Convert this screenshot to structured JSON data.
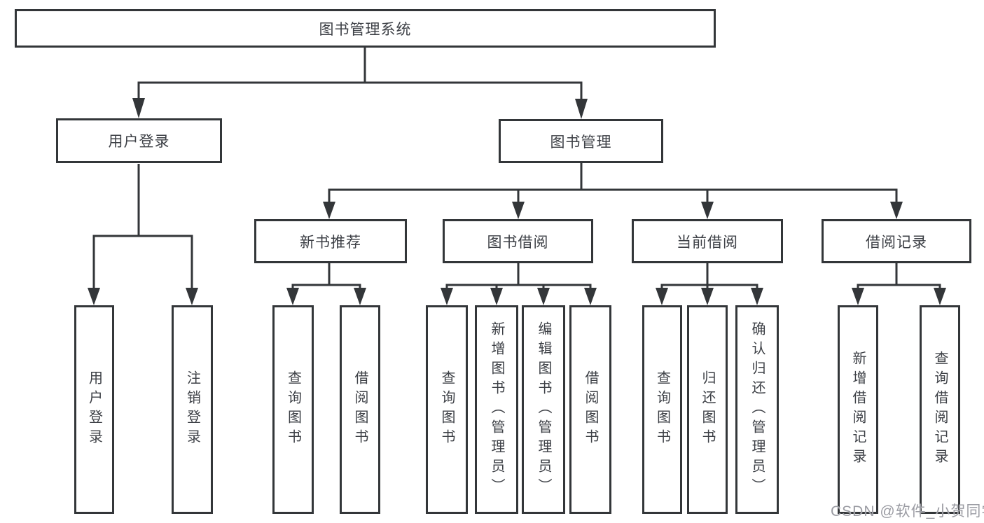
{
  "diagram": {
    "root": {
      "label": "图书管理系统"
    },
    "level1": {
      "user_login": {
        "label": "用户登录"
      },
      "book_management": {
        "label": "图书管理"
      }
    },
    "level2": {
      "new_book_recommend": {
        "label": "新书推荐"
      },
      "book_borrowing": {
        "label": "图书借阅"
      },
      "current_borrowing": {
        "label": "当前借阅"
      },
      "borrowing_records": {
        "label": "借阅记录"
      }
    },
    "leaves": {
      "user_login": {
        "label": "用户登录"
      },
      "logout": {
        "label": "注销登录"
      },
      "query_books_recommend": {
        "label": "查询图书"
      },
      "borrow_books_recommend": {
        "label": "借阅图书"
      },
      "query_books_borrowing": {
        "label": "查询图书"
      },
      "add_books_admin": {
        "label": "新增图书（管理员）"
      },
      "edit_books_admin": {
        "label": "编辑图书（管理员）"
      },
      "borrow_books_borrowing": {
        "label": "借阅图书"
      },
      "query_books_current": {
        "label": "查询图书"
      },
      "return_books": {
        "label": "归还图书"
      },
      "confirm_return_admin": {
        "label": "确认归还（管理员）"
      },
      "add_borrow_record": {
        "label": "新增借阅记录"
      },
      "query_borrow_record": {
        "label": "查询借阅记录"
      }
    },
    "watermark": "CSDN @软件_小贺同学",
    "colors": {
      "line": "#333639",
      "text": "#3d4046",
      "background": "#ffffff",
      "watermark": "#9b9ca3"
    }
  }
}
